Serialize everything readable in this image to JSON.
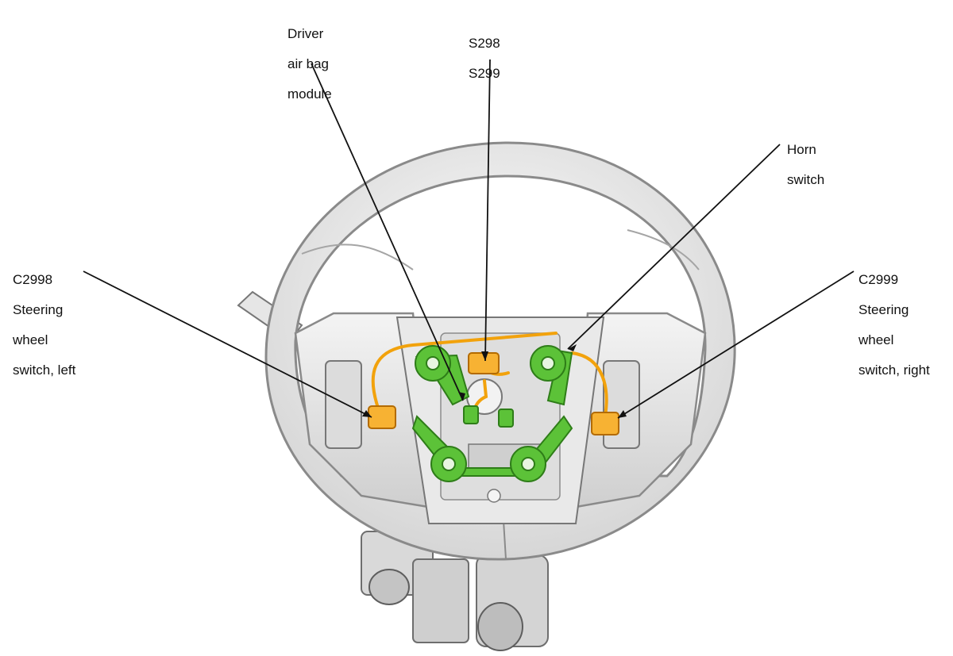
{
  "callouts": {
    "driver_airbag": [
      "Driver",
      "air bag",
      "module"
    ],
    "splice": [
      "S298",
      "S299"
    ],
    "horn": [
      "Horn",
      "switch"
    ],
    "left_switch": [
      "C2998",
      "Steering",
      "wheel",
      "switch, left"
    ],
    "right_switch": [
      "C2999",
      "Steering",
      "wheel",
      "switch, right"
    ]
  },
  "colors": {
    "wheel_fill": "#ececec",
    "wheel_edge": "#8a8a8a",
    "connector_green": "#5cc238",
    "connector_green_dark": "#2e7d18",
    "wire_orange": "#f2a20c",
    "connector_orange": "#f7b233",
    "leader_line": "#111111"
  }
}
